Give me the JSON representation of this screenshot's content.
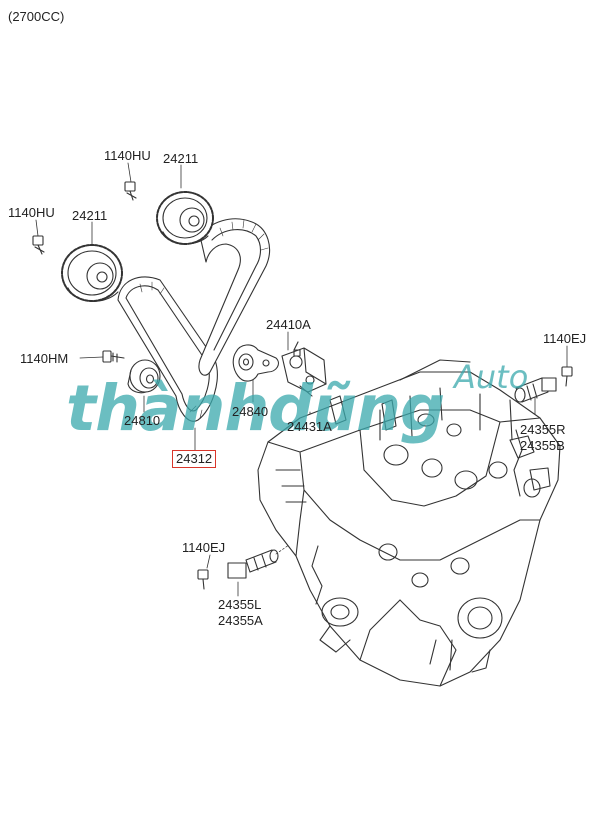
{
  "header": {
    "engine": "(2700CC)"
  },
  "callouts": {
    "bolt_upper_left": "1140HU",
    "bolt_left": "1140HU",
    "sprocket_upper": "24211",
    "sprocket_lower": "24211",
    "tensioner_bolt": "1140HM",
    "idler_pulley": "24810",
    "timing_belt": "24312",
    "tensioner_arm": "24840",
    "tensioner_assembly": "24410A",
    "belt_cover": "24431A",
    "bolt_right": "1140EJ",
    "ocv_right_1": "24355R",
    "ocv_right_2": "24355B",
    "bolt_lower": "1140EJ",
    "ocv_left_1": "24355L",
    "ocv_left_2": "24355A"
  },
  "watermark": {
    "brand": "thànhdũng",
    "suffix": "Auto"
  },
  "colors": {
    "line": "#333333",
    "highlight": "#d9362b",
    "watermark": "#3aa9ad"
  }
}
